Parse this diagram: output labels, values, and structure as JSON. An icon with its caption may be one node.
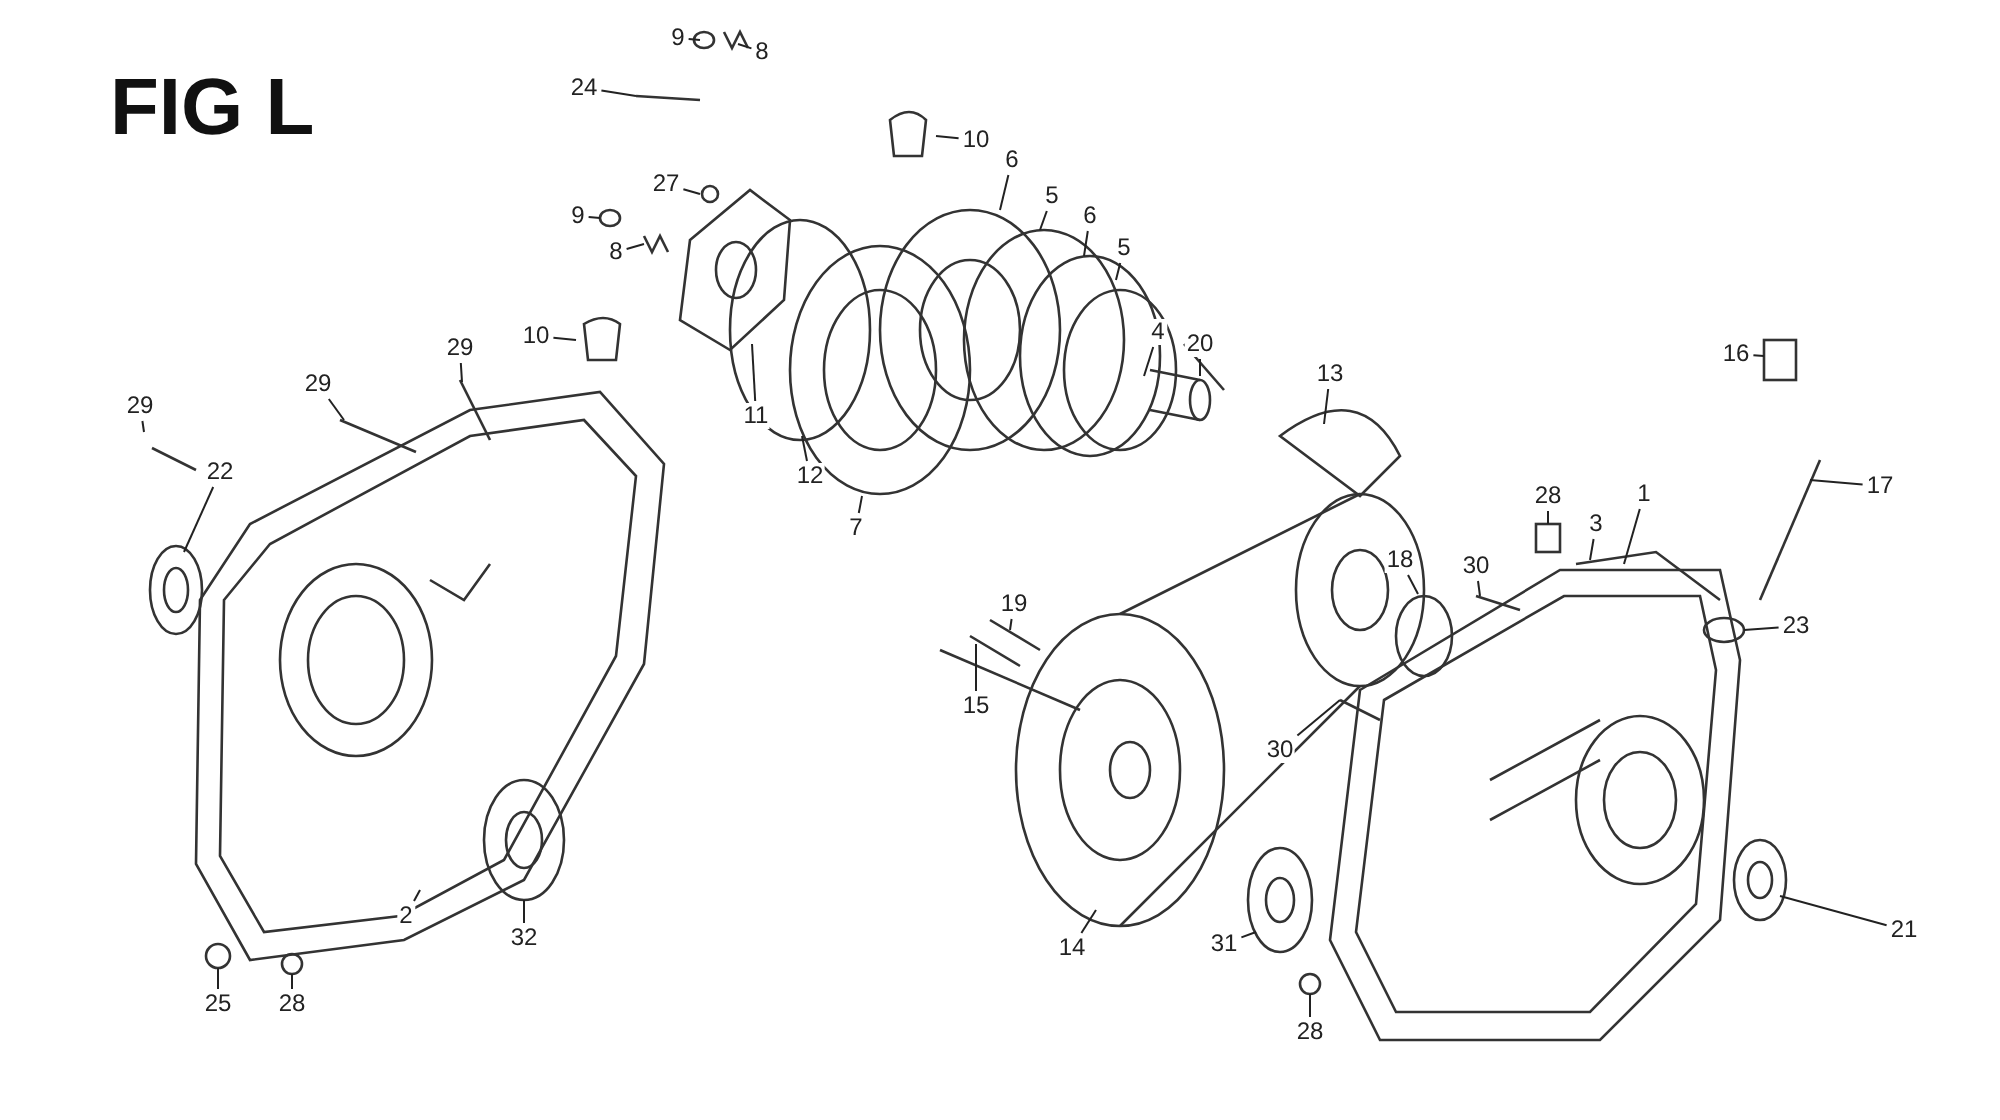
{
  "diagram": {
    "title": "FIG L",
    "nodes": [
      {
        "text": [
          "9"
        ]
      },
      {
        "text": [
          "8"
        ]
      },
      {
        "text": [
          "10"
        ]
      },
      {
        "text": [
          "24"
        ]
      },
      {
        "text": [
          "6"
        ]
      },
      {
        "text": [
          "5"
        ]
      },
      {
        "text": [
          "27"
        ]
      },
      {
        "text": [
          "6"
        ]
      },
      {
        "text": [
          "9"
        ]
      },
      {
        "text": [
          "5"
        ]
      },
      {
        "text": [
          "8"
        ]
      },
      {
        "text": [
          "4"
        ]
      },
      {
        "text": [
          "10"
        ]
      },
      {
        "text": [
          "20"
        ]
      },
      {
        "text": [
          "16"
        ]
      },
      {
        "text": [
          "13"
        ]
      },
      {
        "text": [
          "29"
        ]
      },
      {
        "text": [
          "11"
        ]
      },
      {
        "text": [
          "29"
        ]
      },
      {
        "text": [
          "29"
        ]
      },
      {
        "text": [
          "12"
        ]
      },
      {
        "text": [
          "17"
        ]
      },
      {
        "text": [
          "22"
        ]
      },
      {
        "text": [
          "28"
        ]
      },
      {
        "text": [
          "1"
        ]
      },
      {
        "text": [
          "7"
        ]
      },
      {
        "text": [
          "3"
        ]
      },
      {
        "text": [
          "30"
        ]
      },
      {
        "text": [
          "18"
        ]
      },
      {
        "text": [
          "19"
        ]
      },
      {
        "text": [
          "23"
        ]
      },
      {
        "text": [
          "15"
        ]
      },
      {
        "text": [
          "30"
        ]
      },
      {
        "text": [
          "2"
        ]
      },
      {
        "text": [
          "14"
        ]
      },
      {
        "text": [
          "21"
        ]
      },
      {
        "text": [
          "31"
        ]
      },
      {
        "text": [
          "32"
        ]
      },
      {
        "text": [
          "25"
        ]
      },
      {
        "text": [
          "28"
        ]
      },
      {
        "text": [
          "28"
        ]
      }
    ],
    "edges": [
      {
        "from": 0,
        "to": null,
        "arrow": "none"
      },
      {
        "from": 1,
        "to": null,
        "arrow": "none"
      },
      {
        "from": 2,
        "to": null,
        "arrow": "none"
      },
      {
        "from": 3,
        "to": null,
        "arrow": "none"
      },
      {
        "from": 4,
        "to": null,
        "arrow": "none"
      },
      {
        "from": 5,
        "to": null,
        "arrow": "none"
      },
      {
        "from": 6,
        "to": null,
        "arrow": "none"
      },
      {
        "from": 7,
        "to": null,
        "arrow": "none"
      },
      {
        "from": 8,
        "to": null,
        "arrow": "none"
      },
      {
        "from": 9,
        "to": null,
        "arrow": "none"
      },
      {
        "from": 10,
        "to": null,
        "arrow": "none"
      },
      {
        "from": 11,
        "to": null,
        "arrow": "none"
      },
      {
        "from": 12,
        "to": null,
        "arrow": "none"
      },
      {
        "from": 13,
        "to": null,
        "arrow": "none"
      },
      {
        "from": 14,
        "to": null,
        "arrow": "none"
      },
      {
        "from": 15,
        "to": null,
        "arrow": "none"
      },
      {
        "from": 16,
        "to": null,
        "arrow": "none"
      },
      {
        "from": 17,
        "to": null,
        "arrow": "none"
      },
      {
        "from": 18,
        "to": null,
        "arrow": "none"
      },
      {
        "from": 19,
        "to": null,
        "arrow": "none"
      },
      {
        "from": 20,
        "to": null,
        "arrow": "none"
      },
      {
        "from": 21,
        "to": null,
        "arrow": "none"
      },
      {
        "from": 22,
        "to": null,
        "arrow": "none"
      },
      {
        "from": 23,
        "to": null,
        "arrow": "none"
      },
      {
        "from": 24,
        "to": null,
        "arrow": "none"
      },
      {
        "from": 25,
        "to": null,
        "arrow": "none"
      },
      {
        "from": 26,
        "to": null,
        "arrow": "none"
      },
      {
        "from": 27,
        "to": null,
        "arrow": "none"
      },
      {
        "from": 28,
        "to": null,
        "arrow": "none"
      },
      {
        "from": 29,
        "to": null,
        "arrow": "none"
      },
      {
        "from": 30,
        "to": null,
        "arrow": "none"
      },
      {
        "from": 31,
        "to": null,
        "arrow": "none"
      },
      {
        "from": 32,
        "to": null,
        "arrow": "none"
      },
      {
        "from": 33,
        "to": null,
        "arrow": "none"
      },
      {
        "from": 34,
        "to": null,
        "arrow": "none"
      },
      {
        "from": 35,
        "to": null,
        "arrow": "none"
      },
      {
        "from": 36,
        "to": null,
        "arrow": "none"
      },
      {
        "from": 37,
        "to": null,
        "arrow": "none"
      },
      {
        "from": 38,
        "to": null,
        "arrow": "none"
      },
      {
        "from": 39,
        "to": null,
        "arrow": "none"
      },
      {
        "from": 40,
        "to": null,
        "arrow": "none"
      }
    ]
  }
}
